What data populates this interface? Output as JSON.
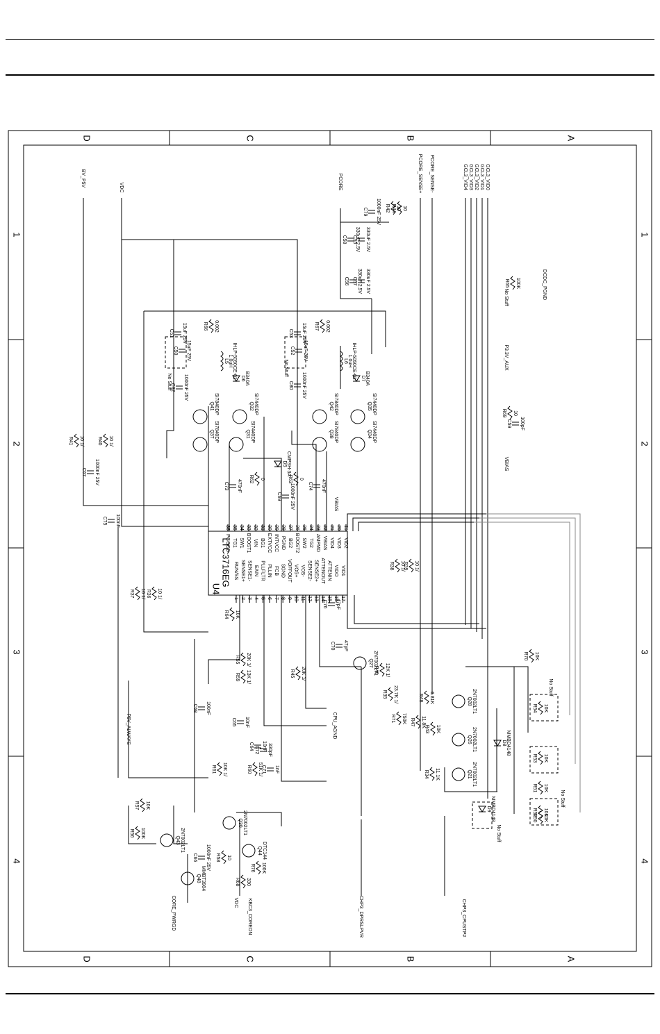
{
  "zones": {
    "top": [
      "D",
      "C",
      "B",
      "A"
    ],
    "bottom": [
      "D",
      "C",
      "B",
      "A"
    ],
    "left": [
      "1",
      "2",
      "3",
      "4"
    ],
    "right": [
      "1",
      "2",
      "3",
      "4"
    ]
  },
  "ic": {
    "ref": "U4",
    "part": "LTC3716EG"
  },
  "ic_pins_left": [
    "RUN/SS",
    "SENSE1+",
    "SENSE1-",
    "EAIN",
    "PLLFLTR",
    "PLLIN",
    "FCB",
    "SGND",
    "VOFFOUT",
    "VOS+",
    "VOS-",
    "SENSE2-",
    "SENSE2+",
    "ATTENOUT",
    "ATTENIN",
    "VIDO",
    "VID1"
  ],
  "ic_pins_left_num": [
    "1",
    "2",
    "3",
    "4",
    "5",
    "6",
    "7",
    "8",
    "9",
    "10",
    "11",
    "12",
    "13",
    "14",
    "15",
    "16",
    "17"
  ],
  "ic_pins_right": [
    "PGOOD",
    "TG1",
    "SW1",
    "BOOST1",
    "VIN",
    "BG1",
    "EXTVCC",
    "INTVCC",
    "PGND",
    "BG2",
    "BOOST2",
    "SW2",
    "TG2",
    "AMPMD",
    "VBIAS",
    "VID4",
    "VID3",
    "VID2"
  ],
  "ic_pins_right_num": [
    "36",
    "35",
    "34",
    "33",
    "32",
    "31",
    "30",
    "29",
    "28",
    "27",
    "26",
    "25",
    "24",
    "23",
    "22",
    "21",
    "20",
    "19"
  ],
  "nets": {
    "bv_p5v": "BV_P5V",
    "vdc": "VDC",
    "pcore": "PCORE",
    "pcore_sense_p": "PCORE_SENSE+",
    "pcore_sense_m": "PCORE_SENSE-",
    "p5v_always": "P5V_ALWAYS",
    "p3v_aux": "P3.3V_AUX",
    "vbias": "VBIAS",
    "vbias2": "VBIAS",
    "core_pwrgd": "CORE_PWRGD",
    "vdc_bottom": "VDC",
    "kbc_coreon": "KBC3_COREON",
    "dprslpvr": "CHP3_DPRSLPVR",
    "cpustp": "CHP3_CPUSTP#",
    "vid": [
      "GCL3_VID4",
      "GCL3_VID3",
      "GCL3_VID2",
      "GCL3_VID1",
      "GCL3_VID0"
    ],
    "cpu_agnd": "CPU_AGND",
    "dcdc_pgnd": "DCDC_PGND"
  },
  "mosfets": [
    {
      "ref": "Q41",
      "part": "SI7840DP"
    },
    {
      "ref": "Q37",
      "part": "SI7840DP"
    },
    {
      "ref": "Q32",
      "part": "SI7440DP"
    },
    {
      "ref": "Q31",
      "part": "SI7440DP"
    },
    {
      "ref": "Q42",
      "part": "SI7840DP"
    },
    {
      "ref": "Q38",
      "part": "SI7840DP"
    },
    {
      "ref": "Q35",
      "part": "SI7440DP"
    },
    {
      "ref": "Q34",
      "part": "SI7440DP"
    }
  ],
  "transistors": [
    {
      "ref": "Q27",
      "part": "2N7002LT1"
    },
    {
      "ref": "Q28",
      "part": "2N7002LT1"
    },
    {
      "ref": "Q26",
      "part": "2N7002LT1"
    },
    {
      "ref": "Q21",
      "part": "2N7002LT1"
    },
    {
      "ref": "Q43",
      "part": "2N7002LT1"
    },
    {
      "ref": "Q30",
      "part": "2N7002LT1"
    },
    {
      "ref": "Q44",
      "part": "DTC144"
    },
    {
      "ref": "Q48",
      "part": "MMBT3904"
    }
  ],
  "inductors": [
    {
      "ref": "L5",
      "value": "1.0uH",
      "part": "IHLP-5050CE-01"
    },
    {
      "ref": "L6",
      "value": "1.0uH",
      "part": "IHLP-5050CE-01"
    }
  ],
  "diodes": [
    {
      "ref": "D6",
      "part": "B340A"
    },
    {
      "ref": "D7",
      "part": "B340A"
    },
    {
      "ref": "D5",
      "part": "CMPSH-3A"
    },
    {
      "ref": "D8",
      "part": "MMBD4148"
    },
    {
      "ref": "D9",
      "part": "MMBD4148"
    }
  ],
  "resistors": [
    {
      "ref": "R41",
      "value": "10 1/"
    },
    {
      "ref": "R40",
      "value": "10 1/"
    },
    {
      "ref": "R66",
      "value": "0.002"
    },
    {
      "ref": "R67",
      "value": "0.002"
    },
    {
      "ref": "R42",
      "value": "10"
    },
    {
      "ref": "R44",
      "value": "10"
    },
    {
      "ref": "R62",
      "value": "0"
    },
    {
      "ref": "R63",
      "value": "0"
    },
    {
      "ref": "R37",
      "value": "10 1/"
    },
    {
      "ref": "R36",
      "value": "10 1/"
    },
    {
      "ref": "R38",
      "value": "10 1/"
    },
    {
      "ref": "R39",
      "value": "10 1/"
    },
    {
      "ref": "R64",
      "value": "10K"
    },
    {
      "ref": "R55",
      "value": "20K 1/"
    },
    {
      "ref": "R59",
      "value": "13K 1/"
    },
    {
      "ref": "R45",
      "value": "20K 1/"
    },
    {
      "ref": "R46",
      "value": "12K 1/"
    },
    {
      "ref": "R35",
      "value": "23.7K 1/"
    },
    {
      "ref": "R71",
      "value": "750K"
    },
    {
      "ref": "R47",
      "value": "11.8K"
    },
    {
      "ref": "R48",
      "value": "6.81K"
    },
    {
      "ref": "R54",
      "value": "10K"
    },
    {
      "ref": "R53",
      "value": "10K"
    },
    {
      "ref": "R52",
      "value": "10K"
    },
    {
      "ref": "R51",
      "value": "10K"
    },
    {
      "ref": "R50",
      "value": "10K"
    },
    {
      "ref": "R70",
      "value": "10K"
    },
    {
      "ref": "R43",
      "value": "10K"
    },
    {
      "ref": "R34",
      "value": "11.1K"
    },
    {
      "ref": "R57",
      "value": "10K"
    },
    {
      "ref": "R56",
      "value": "100K"
    },
    {
      "ref": "R58",
      "value": "10"
    },
    {
      "ref": "R61",
      "value": "10K 1/"
    },
    {
      "ref": "R60",
      "value": "51K 1/"
    },
    {
      "ref": "R68",
      "value": "330"
    },
    {
      "ref": "R76",
      "value": "100K"
    },
    {
      "ref": "R69",
      "value": "10"
    },
    {
      "ref": "R65",
      "value": "100K"
    }
  ],
  "capacitors": [
    {
      "ref": "C67",
      "value": "1000nF 25V"
    },
    {
      "ref": "C75",
      "value": "100nF"
    },
    {
      "ref": "C73",
      "value": "470nF"
    },
    {
      "ref": "C74",
      "value": "470nF"
    },
    {
      "ref": "C80",
      "value": "1000nF 25V"
    },
    {
      "ref": "C82",
      "value": "1000nF 25V"
    },
    {
      "ref": "C50",
      "value": "15uF 25V"
    },
    {
      "ref": "C51",
      "value": "15uF 25V"
    },
    {
      "ref": "C52",
      "value": "15uF 25V"
    },
    {
      "ref": "C53",
      "value": "15uF 25V"
    },
    {
      "ref": "C56",
      "value": "330uF 2.5V"
    },
    {
      "ref": "C57",
      "value": "330uF 2.5V"
    },
    {
      "ref": "C58",
      "value": "330uF 2.5V"
    },
    {
      "ref": "C55",
      "value": "330uF 2.5V"
    },
    {
      "ref": "C79",
      "value": "1000nF 25V"
    },
    {
      "ref": "C64",
      "value": "10nF"
    },
    {
      "ref": "C68",
      "value": "100nF"
    },
    {
      "ref": "C65",
      "value": "10nF"
    },
    {
      "ref": "C72",
      "value": "330pF"
    },
    {
      "ref": "C71",
      "value": "1nF"
    },
    {
      "ref": "C76",
      "value": "47pF"
    },
    {
      "ref": "C70",
      "value": "47pF"
    },
    {
      "ref": "C66",
      "value": "1000nF 25V"
    },
    {
      "ref": "C69",
      "value": "1000nF 25V"
    },
    {
      "ref": "C59",
      "value": "100pF"
    }
  ],
  "notes": {
    "no_stuff": "No Stuff"
  }
}
